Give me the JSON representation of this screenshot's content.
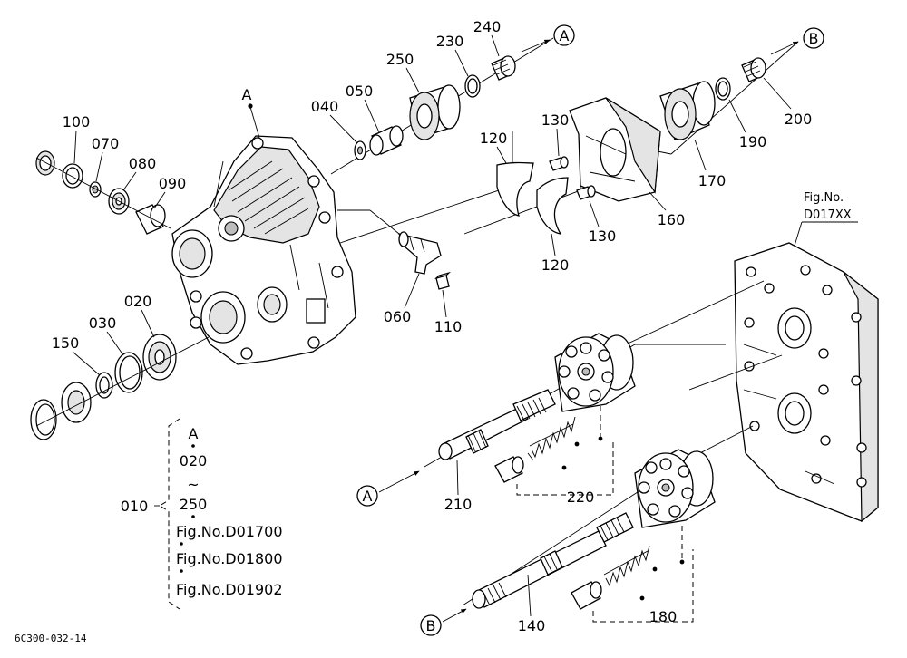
{
  "labels": {
    "p020": "020",
    "p030": "030",
    "p040": "040",
    "p050": "050",
    "p060": "060",
    "p070": "070",
    "p080": "080",
    "p090": "090",
    "p100": "100",
    "p110": "110",
    "p120a": "120",
    "p120b": "120",
    "p130a": "130",
    "p130b": "130",
    "p140": "140",
    "p150": "150",
    "p160": "160",
    "p170": "170",
    "p180": "180",
    "p190": "190",
    "p200": "200",
    "p210": "210",
    "p220": "220",
    "p230": "230",
    "p240": "240",
    "p250": "250"
  },
  "markers": {
    "housing": "A",
    "arrowA_top": "A",
    "arrowB_top": "B",
    "arrowA_bottom": "A",
    "arrowB_bottom": "B"
  },
  "figref": {
    "line1": "Fig.No.",
    "line2": "D017XX"
  },
  "assembly": {
    "code": "010",
    "items": [
      "A",
      "020",
      "~",
      "250",
      "Fig.No.D01700",
      "Fig.No.D01800",
      "Fig.No.D01902"
    ]
  },
  "drawing_id": "6C300-032-14"
}
